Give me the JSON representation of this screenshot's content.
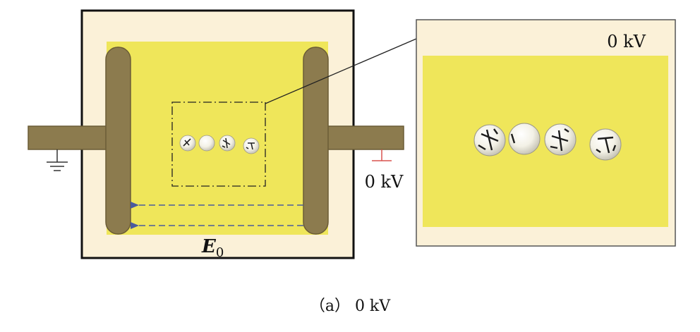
{
  "left_panel": {
    "voltage_label": "0 kV",
    "field_label_main": "E",
    "field_label_sub": "0"
  },
  "zoom_panel": {
    "voltage_label": "0 kV"
  },
  "caption": "（a） 0 kV",
  "colors": {
    "cream": "#fbf1d8",
    "yellow": "#efe65a",
    "electrode": "#8c7b4e",
    "electrode_edge": "#6b5c36",
    "arrow": "#4a5b9e",
    "ground_mark": "#d9534f",
    "frame": "#111111"
  }
}
